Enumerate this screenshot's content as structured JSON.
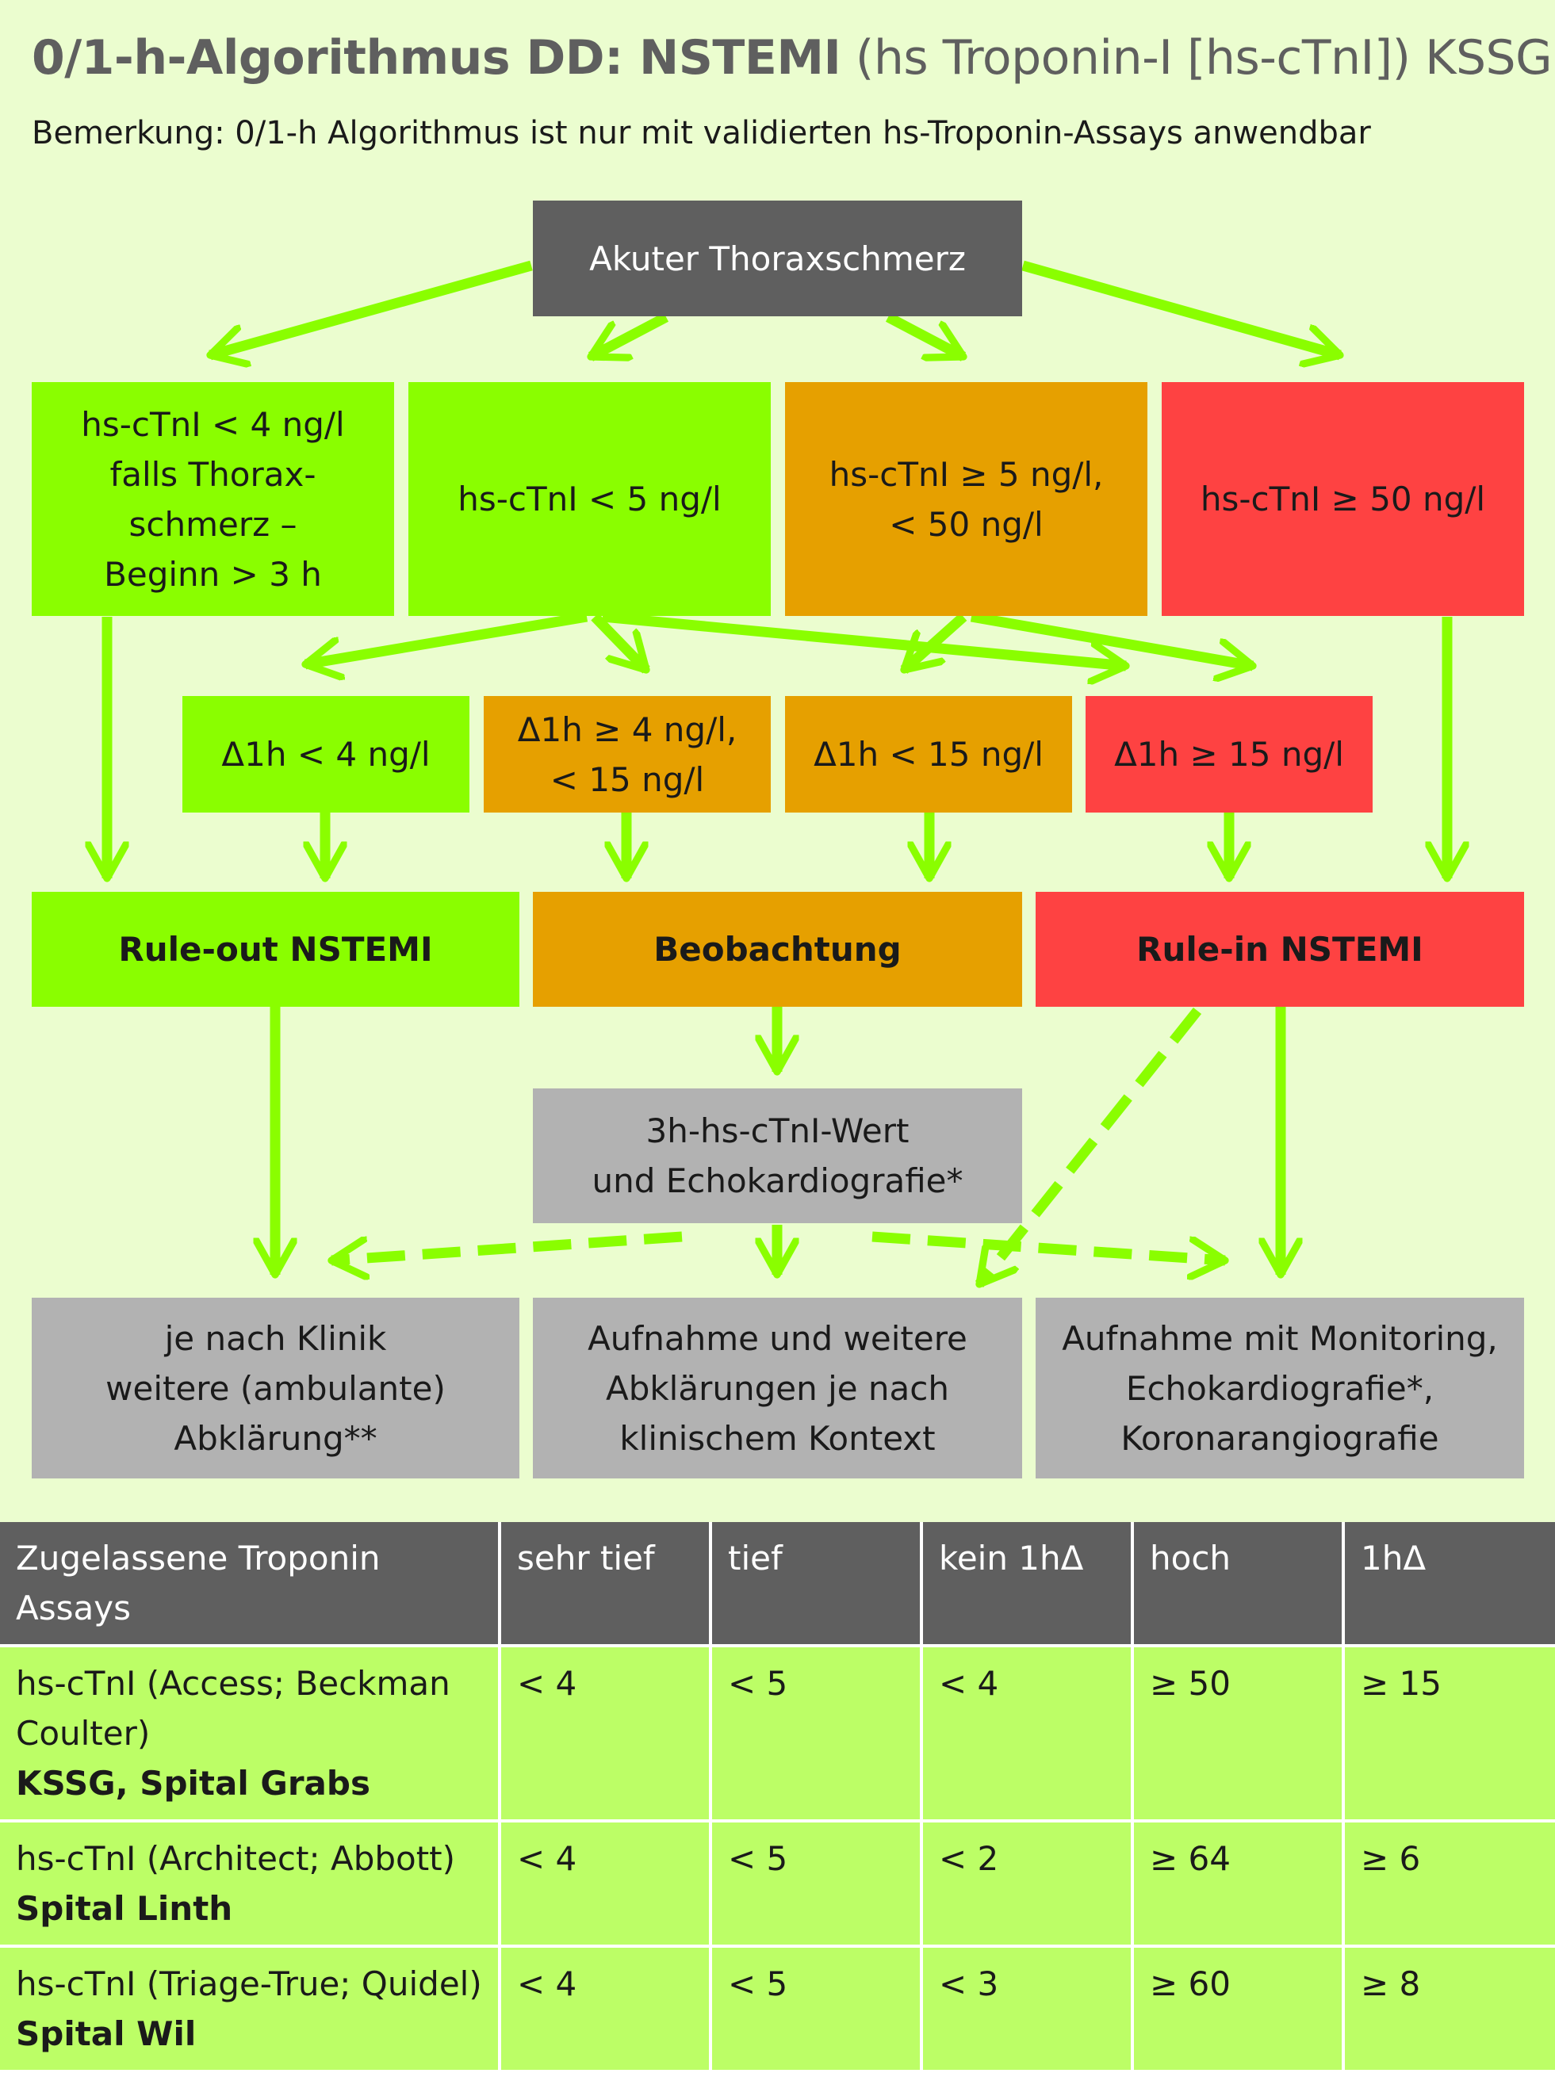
{
  "header": {
    "title_bold": "0/1-h-Algorithmus DD: NSTEMI",
    "title_rest": " (hs Troponin-I [hs-cTnI]) KSSG",
    "remark": "Bemerkung: 0/1-h Algorithmus ist nur mit validierten hs-Troponin-Assays anwendbar"
  },
  "flow": {
    "start": "Akuter Thoraxschmerz",
    "initial": [
      [
        "hs-cTnI < 4 ng/l",
        "falls Thorax-",
        "schmerz –",
        "Beginn > 3 h"
      ],
      [
        "hs-cTnI < 5 ng/l"
      ],
      [
        "hs-cTnI ≥ 5 ng/l,",
        "< 50 ng/l"
      ],
      [
        "hs-cTnI ≥ 50 ng/l"
      ]
    ],
    "delta": [
      [
        "Δ1h < 4 ng/l"
      ],
      [
        "Δ1h ≥ 4 ng/l,",
        "< 15 ng/l"
      ],
      [
        "Δ1h < 15 ng/l"
      ],
      [
        "Δ1h ≥ 15 ng/l"
      ]
    ],
    "outcome": [
      "Rule-out NSTEMI",
      "Beobachtung",
      "Rule-in NSTEMI"
    ],
    "followup": [
      "3h-hs-cTnI-Wert",
      "und Echokardiografie*"
    ],
    "final": [
      [
        "je nach Klinik",
        "weitere (ambulante)",
        "Abklärung**"
      ],
      [
        "Aufnahme und weitere",
        "Abklärungen je nach",
        "klinischem Kontext"
      ],
      [
        "Aufnahme mit Monitoring,",
        "Echokardiografie*,",
        "Koronarangiografie"
      ]
    ]
  },
  "colors": {
    "dark": "#5f5f5f",
    "green": "#8afe00",
    "orange": "#e6a000",
    "red": "#fe4242",
    "gray": "#b2b2b2",
    "arrow": "#8afe00",
    "background": "#ebfdcf",
    "table_row": "#bcfe66"
  },
  "table": {
    "header": [
      "Zugelassene Troponin Assays",
      "sehr tief",
      "tief",
      "kein 1hΔ",
      "hoch",
      "1hΔ"
    ],
    "rows": [
      {
        "assay": "hs-cTnI (Access; Beckman Coulter)",
        "site": "KSSG, Spital Grabs",
        "values": [
          "< 4",
          "< 5",
          "< 4",
          "≥ 50",
          "≥ 15"
        ]
      },
      {
        "assay": "hs-cTnI (Architect; Abbott)",
        "site": "Spital Linth",
        "values": [
          "< 4",
          "< 5",
          "< 2",
          "≥ 64",
          "≥ 6"
        ]
      },
      {
        "assay": "hs-cTnI (Triage-True; Quidel)",
        "site": "Spital Wil",
        "values": [
          "< 4",
          "< 5",
          "< 3",
          "≥ 60",
          "≥ 8"
        ]
      }
    ]
  }
}
